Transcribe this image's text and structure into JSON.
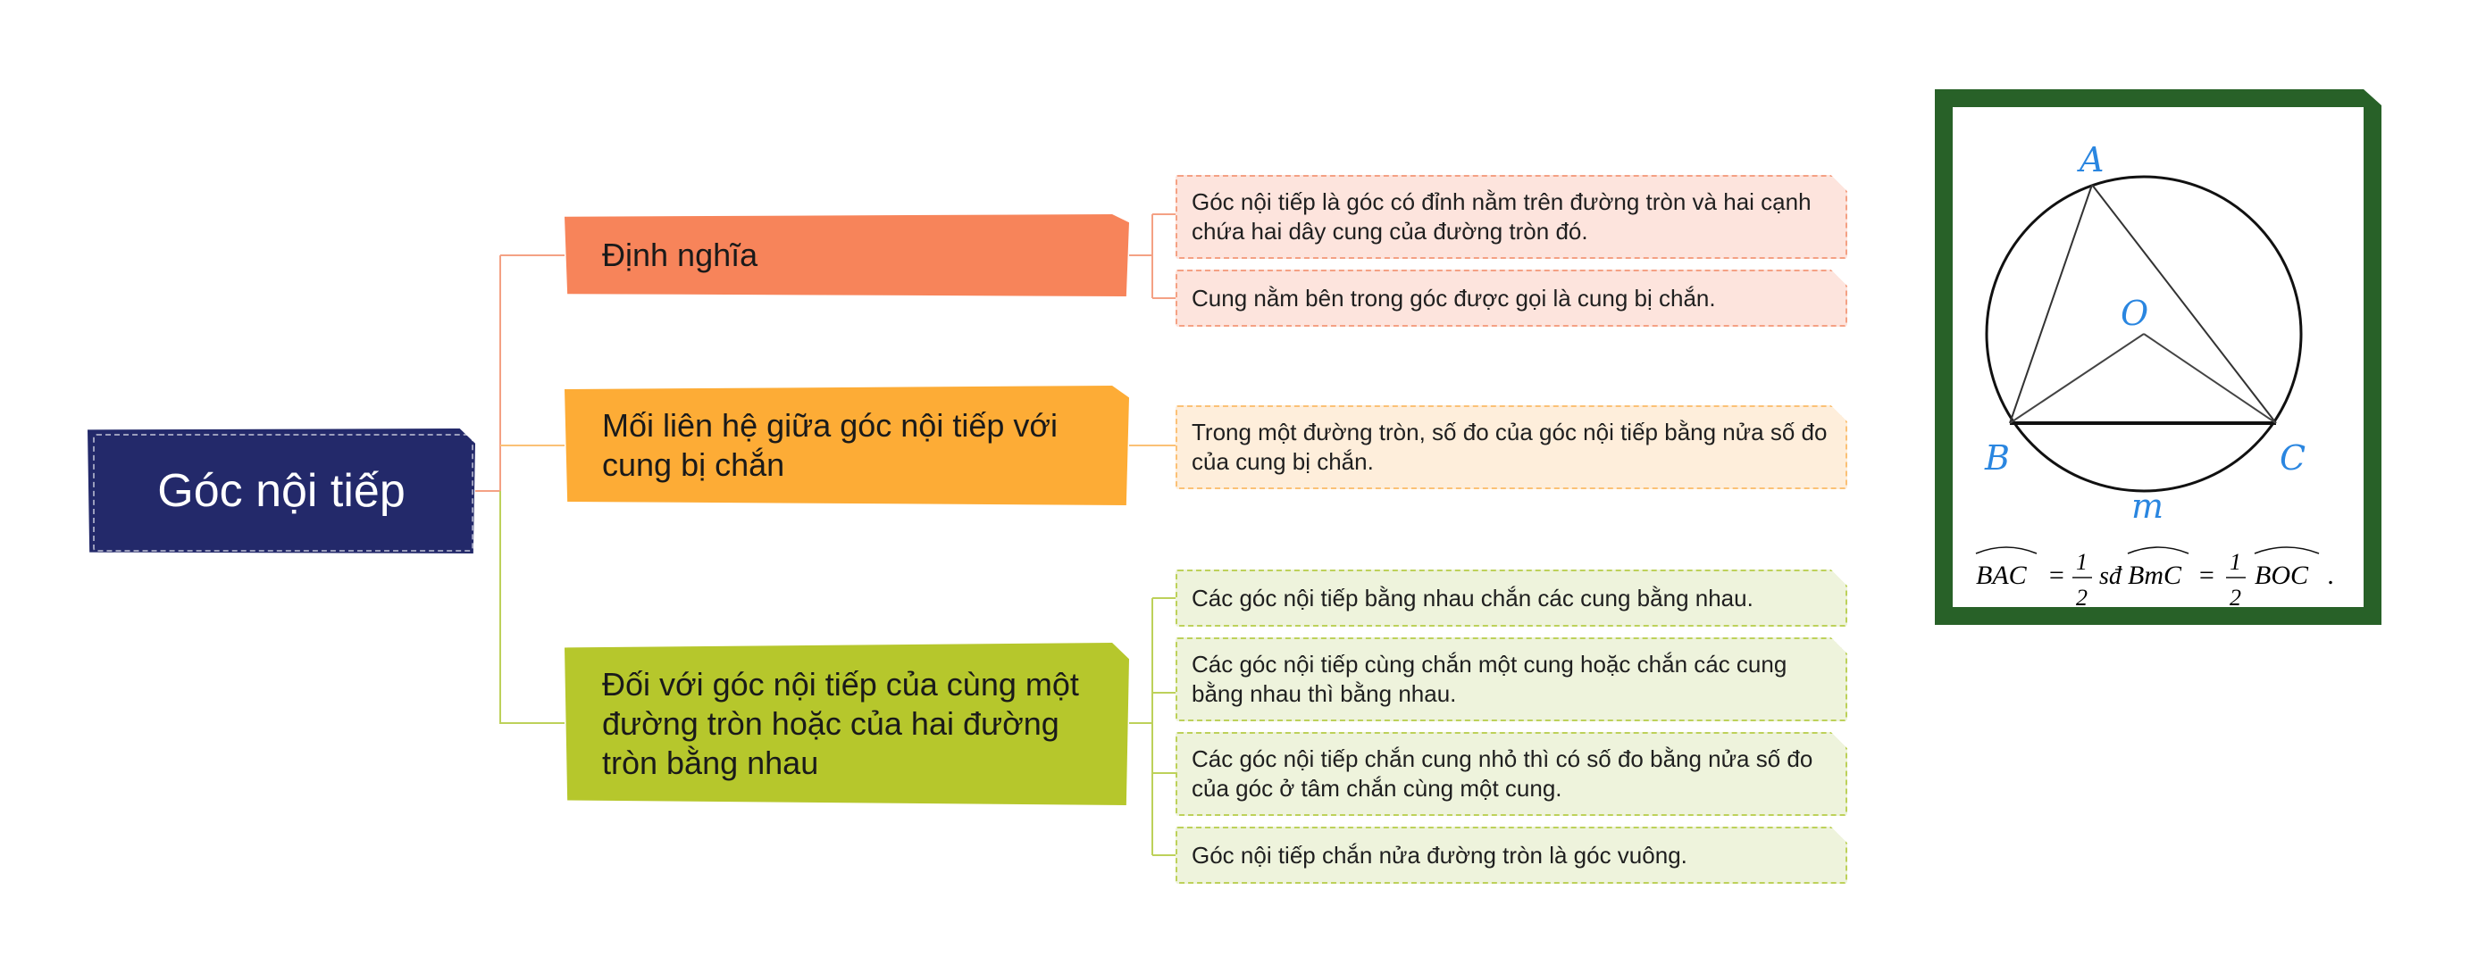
{
  "root": {
    "label": "Góc nội tiếp"
  },
  "branches": [
    {
      "label": "Định nghĩa",
      "color": "#f7845a",
      "leaves": [
        "Góc nội tiếp là góc có đỉnh nằm trên đường tròn và hai cạnh chứa hai dây cung của đường tròn đó.",
        "Cung nằm bên trong góc được gọi là cung bị chắn."
      ]
    },
    {
      "label": "Mối liên hệ giữa góc nội tiếp với cung bị chắn",
      "color": "#fdac36",
      "leaves": [
        "Trong một đường tròn, số đo của góc nội tiếp bằng nửa số đo của cung bị chắn."
      ]
    },
    {
      "label": "Đối với góc nội tiếp của cùng một đường tròn hoặc của hai đường tròn bằng nhau",
      "color": "#b6c72c",
      "leaves": [
        "Các góc nội tiếp bằng nhau chắn các cung bằng nhau.",
        "Các góc nội tiếp cùng chắn một cung hoặc chắn các cung bằng nhau thì bằng nhau.",
        "Các góc nội tiếp chắn cung nhỏ thì có số đo bằng nửa số đo của góc ở tâm chắn cùng một cung.",
        "Góc nội tiếp chắn nửa đường tròn là góc vuông."
      ]
    }
  ],
  "figure": {
    "points": {
      "A": "A",
      "B": "B",
      "C": "C",
      "O": "O",
      "m": "m"
    },
    "formula": {
      "lhs": "BAC",
      "eq": "=",
      "num": "1",
      "den": "2",
      "sd": "sđ",
      "arc1": "BmC",
      "arc2": "BOC",
      "end": "."
    },
    "border_color": "#286128",
    "label_color": "#2a86e0"
  },
  "colors": {
    "root": "#23296a",
    "connector_red": "#f4a184",
    "connector_orange": "#fbc176",
    "connector_green": "#bdd15a"
  }
}
